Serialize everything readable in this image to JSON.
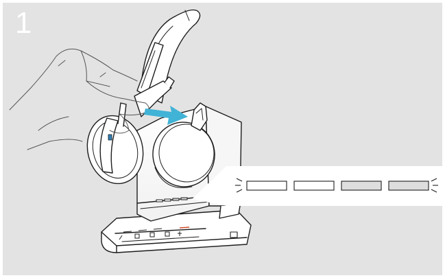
{
  "figure": {
    "step_number": "1",
    "background_color": "#e3e3e3",
    "arrow_color": "#41b3d6",
    "led_indicator": {
      "segments_total": 4,
      "segments_lit": 2,
      "lit_color": "#dedede",
      "unlit_color": "#ffffff",
      "state": "blinking"
    },
    "icons": [
      "hand-icon",
      "headset-icon",
      "docking-station-icon",
      "led-status-bar-icon",
      "phone-icon",
      "desk-phone-icon",
      "mobile-icon",
      "mute-icon"
    ]
  }
}
